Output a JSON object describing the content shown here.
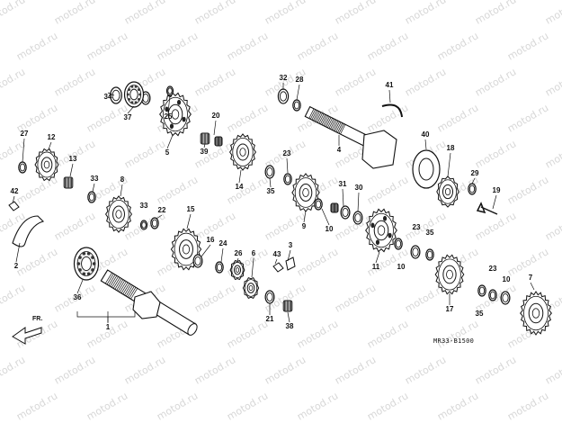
{
  "watermark_text": "motod.ru",
  "diagram_code": "MR33-B1500",
  "front_marker": "FR.",
  "callouts": [
    "1",
    "2",
    "3",
    "4",
    "5",
    "6",
    "7",
    "8",
    "9",
    "10",
    "11",
    "12",
    "13",
    "14",
    "15",
    "16",
    "17",
    "18",
    "19",
    "20",
    "21",
    "22",
    "23",
    "24",
    "25",
    "26",
    "27",
    "28",
    "29",
    "30",
    "31",
    "32",
    "33",
    "34",
    "35",
    "36",
    "37",
    "38",
    "39",
    "40",
    "41",
    "42",
    "43"
  ]
}
